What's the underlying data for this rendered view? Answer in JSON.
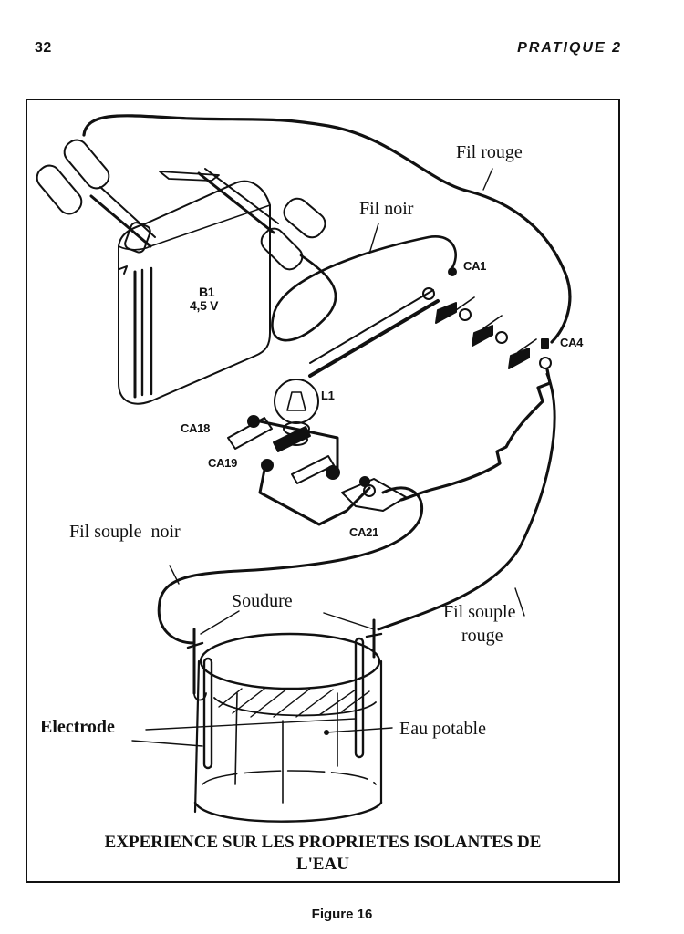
{
  "page": {
    "number": "32",
    "running_title": "PRATIQUE 2"
  },
  "figure": {
    "labels": {
      "fil_rouge": "Fil rouge",
      "fil_noir": "Fil noir",
      "battery_name": "B1",
      "battery_voltage": "4,5 V",
      "ca1": "CA1",
      "ca4": "CA4",
      "lamp": "L1",
      "ca18": "CA18",
      "ca19": "CA19",
      "ca21": "CA21",
      "fil_souple_noir": "Fil souple  noir",
      "soudure": "Soudure",
      "fil_souple_rouge_1": "Fil souple",
      "fil_souple_rouge_2": "rouge",
      "electrode": "Electrode",
      "eau_potable": "Eau potable"
    },
    "caption_line1": "EXPERIENCE SUR LES PROPRIETES ISOLANTES DE",
    "caption_line2": "L'EAU",
    "figure_label": "Figure 16"
  }
}
